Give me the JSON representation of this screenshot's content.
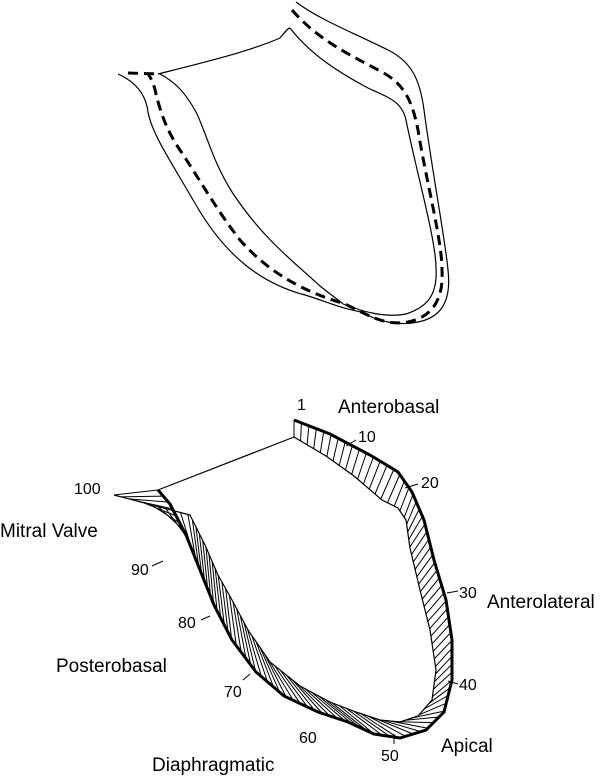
{
  "diagram": {
    "stroke_color": "#000000",
    "background": "#ffffff",
    "regions": {
      "anterobasal": "Anterobasal",
      "anterolateral": "Anterolateral",
      "apical": "Apical",
      "diaphragmatic": "Diaphragmatic",
      "posterobasal": "Posterobasal",
      "mitral_valve": "Mitral Valve"
    },
    "chord_numbers": {
      "n1": "1",
      "n10": "10",
      "n20": "20",
      "n30": "30",
      "n40": "40",
      "n50": "50",
      "n60": "60",
      "n70": "70",
      "n80": "80",
      "n90": "90",
      "n100": "100"
    }
  }
}
